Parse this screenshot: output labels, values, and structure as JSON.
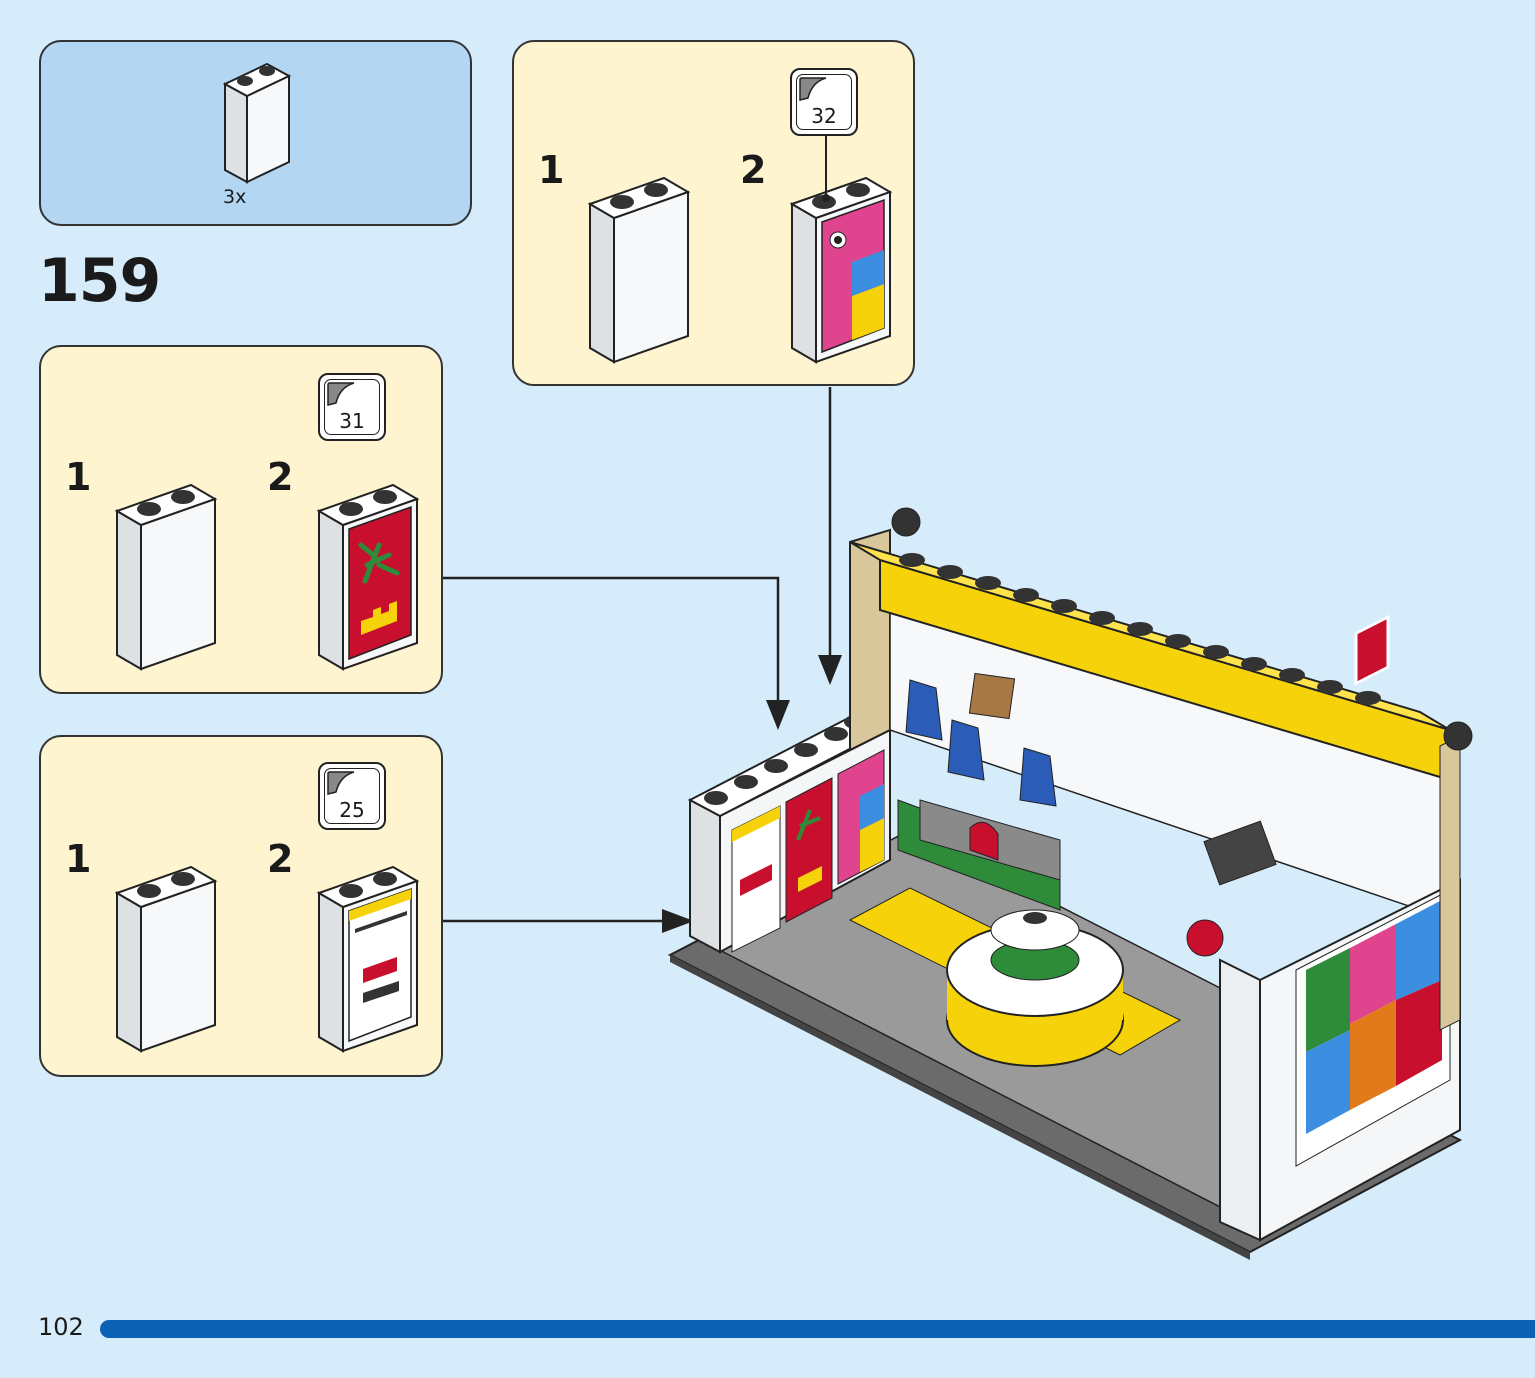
{
  "step": {
    "number": "159"
  },
  "parts_list": {
    "quantity": "3x",
    "part": "white 1x2x3 brick"
  },
  "substeps": [
    {
      "sticker_number": "32",
      "labels": [
        "1",
        "2"
      ],
      "sticker_design": "pink with yellow and blue squares"
    },
    {
      "sticker_number": "31",
      "labels": [
        "1",
        "2"
      ],
      "sticker_design": "red with green plant and yellow brick"
    },
    {
      "sticker_number": "25",
      "labels": [
        "1",
        "2"
      ],
      "sticker_design": "white with yellow band and red car"
    }
  ],
  "page": {
    "number": "102",
    "progress": 1.0
  },
  "colors": {
    "background": "#d6ecfb",
    "parts_panel": "#b3d7f3",
    "substep_panel": "#fef4d0",
    "progress_bar": "#0b62b4",
    "lego_yellow": "#f6d20a",
    "lego_red": "#c8102e",
    "lego_pink": "#e0448e",
    "lego_tan": "#d7c79b"
  },
  "icons": [
    "brick-icon",
    "sticker-sheet-icon",
    "arrow-icon"
  ]
}
